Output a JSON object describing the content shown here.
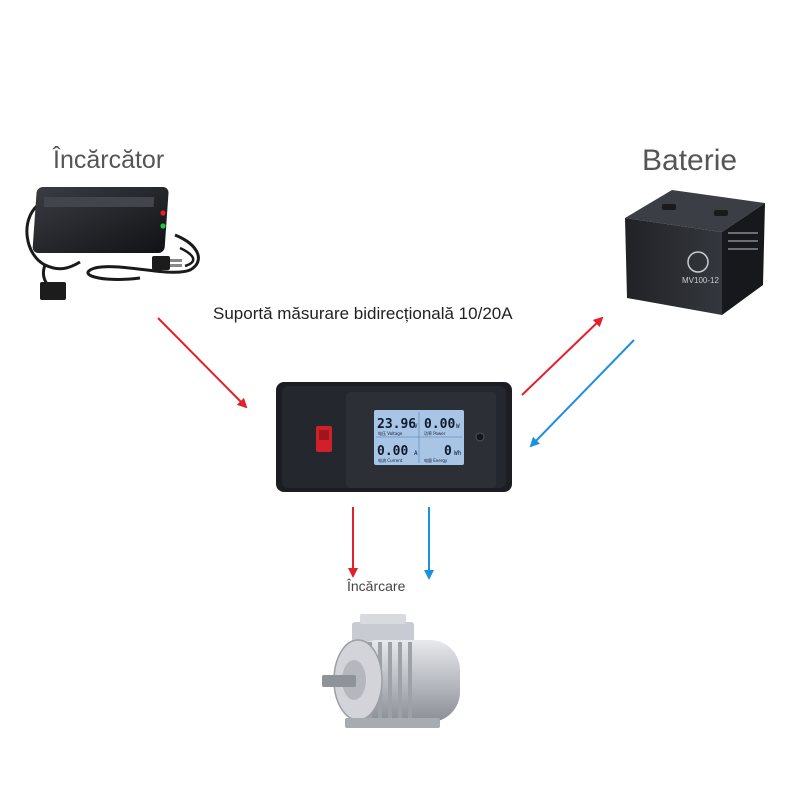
{
  "labels": {
    "charger": "Încărcător",
    "battery": "Baterie",
    "caption": "Suportă măsurare bidirecțională 10/20A",
    "load": "Încărcare"
  },
  "meter": {
    "voltage_value": "23.96",
    "voltage_unit": "V",
    "power_value": "0.00",
    "power_unit": "W",
    "current_value": "0.00",
    "current_unit": "A",
    "energy_value": "0",
    "energy_unit": "Wh",
    "voltage_label": "电压 Voltage",
    "power_label": "功率 Power",
    "current_label": "电流 Current",
    "energy_label": "电量 Energy"
  },
  "battery": {
    "model": "MV100-12"
  },
  "colors": {
    "charge_arrow": "#e3202a",
    "discharge_arrow": "#1f8fe0",
    "lcd_background": "#a9c5e6",
    "device_body": "#1b1d22"
  }
}
